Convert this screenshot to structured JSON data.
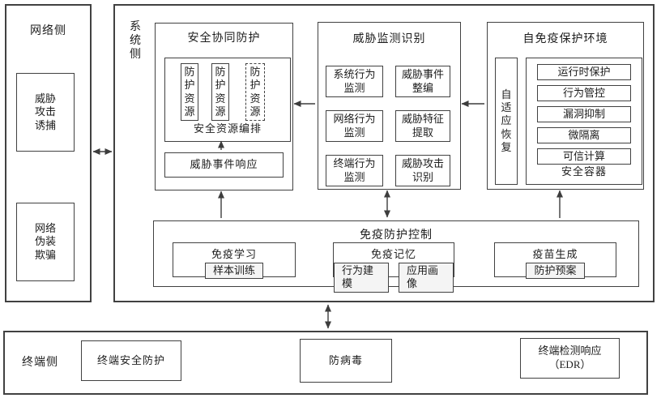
{
  "colors": {
    "line": "#414141",
    "text": "#1d1d1d",
    "background": "#ffffff"
  },
  "network_side": {
    "title": "网络侧",
    "threat_trap": "威胁\n攻击\n诱捕",
    "deception": "网络\n伪装\n欺骗"
  },
  "system_side": {
    "title": "系\n统\n侧",
    "collab_protection": {
      "title": "安全协同防护",
      "orchestration": {
        "label": "安全资源编排",
        "resources": [
          "防\n护\n资\n源",
          "防\n护\n资\n源",
          "防\n护\n资\n源"
        ]
      },
      "response": "威胁事件响应"
    },
    "threat_detection": {
      "title": "威胁监测识别",
      "cells": [
        "系统行为\n监测",
        "威胁事件\n整编",
        "网络行为\n监测",
        "威胁特征\n提取",
        "终端行为\n监测",
        "威胁攻击\n识别"
      ]
    },
    "immune_env": {
      "title": "自免疫保护环境",
      "adaptive_recovery": "自\n适\n应\n恢\n复",
      "container": {
        "label": "安全容器",
        "items": [
          "运行时保护",
          "行为管控",
          "漏洞抑制",
          "微隔离",
          "可信计算"
        ]
      }
    },
    "immune_control": {
      "title": "免疫防护控制",
      "groups": [
        {
          "title": "免疫学习",
          "items": [
            "样本训练"
          ]
        },
        {
          "title": "免疫记忆",
          "items": [
            "行为建模",
            "应用画像"
          ]
        },
        {
          "title": "疫苗生成",
          "items": [
            "防护预案"
          ]
        }
      ]
    }
  },
  "terminal_side": {
    "title": "终端侧",
    "boxes": [
      "终端安全防护",
      "防病毒",
      "终端检测响应\n（EDR）"
    ]
  }
}
